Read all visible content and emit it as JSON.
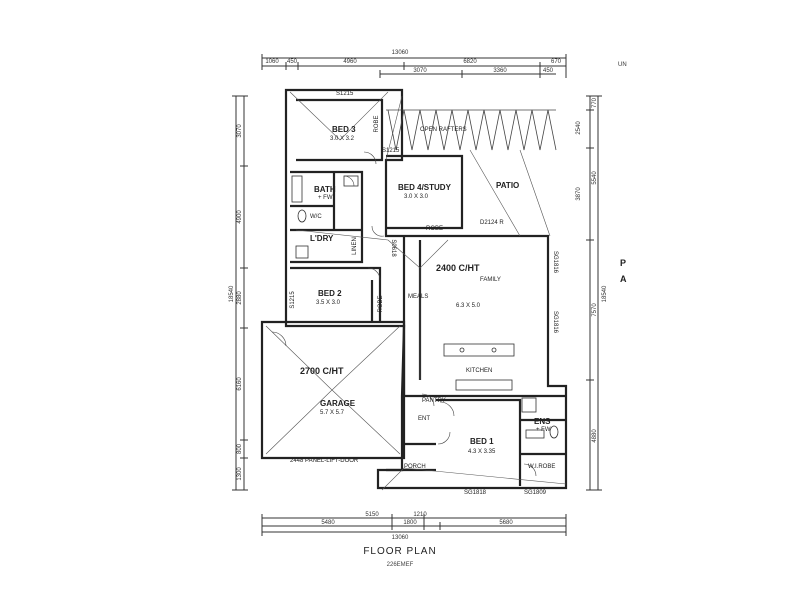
{
  "caption": {
    "title": "FLOOR PLAN",
    "sub": "226EMEF"
  },
  "dims": {
    "top_total": "13060",
    "top_segments": [
      "1060",
      "450",
      "4960",
      "6820",
      "670"
    ],
    "top_inner": [
      "3070",
      "3360",
      "450"
    ],
    "left_total": "18540",
    "left_segments": [
      "3070",
      "4900",
      "2880",
      "6160",
      "800",
      "1300"
    ],
    "right_total": "18540",
    "right_segments": [
      "770",
      "2540",
      "5540",
      "3870",
      "7570",
      "4880"
    ],
    "bottom_a": [
      "5150",
      "1210"
    ],
    "bottom_b": [
      "5480",
      "1800",
      "5680"
    ],
    "bottom_total": "13060"
  },
  "rooms": {
    "bed3": {
      "name": "BED 3",
      "size": "3.0 X 3.2"
    },
    "robe_bed3": "ROBE",
    "open_rafters": "OPEN RAFTERS",
    "s1215_top": "S1215",
    "s1215_b": "S1215",
    "bath": {
      "name": "BATH",
      "sub": "+ FW"
    },
    "wc": "W/C",
    "bed4": {
      "name": "BED 4/STUDY",
      "size": "3.0 X 3.0"
    },
    "robe_bed4": "ROBE",
    "patio": "PATIO",
    "d2124": "D2124 R",
    "ldry": "L'DRY",
    "linen": "LINEN",
    "family": {
      "ceiling": "2400 C/HT",
      "name": "FAMILY"
    },
    "meals": "MEALS",
    "meals_size": "6.3 X 5.0",
    "bed2": {
      "name": "BED 2",
      "size": "3.5 X 3.0"
    },
    "robe_bed2": "ROBE",
    "s1215_c": "S1215",
    "garage": {
      "ceiling": "2700 C/HT",
      "name": "GARAGE",
      "size": "5.7 X 5.7"
    },
    "door_label": "2448 PANEL-LIFT-DOOR",
    "kitchen": "KITCHEN",
    "pantry": "PANTRY",
    "ent": "ENT",
    "bed1": {
      "name": "BED 1",
      "size": "4.3 X 3.35"
    },
    "ens": {
      "name": "ENS",
      "sub": "+ FW"
    },
    "wir": "W.I.ROBE",
    "porch": "PORCH",
    "sg1": "SG1818",
    "sg2": "SG1809",
    "sg_side1": "SG1816",
    "sg_side2": "SG1816",
    "s_side": "S0618",
    "frac_right": "P",
    "frac_right2": "A",
    "un_top": "UN"
  }
}
